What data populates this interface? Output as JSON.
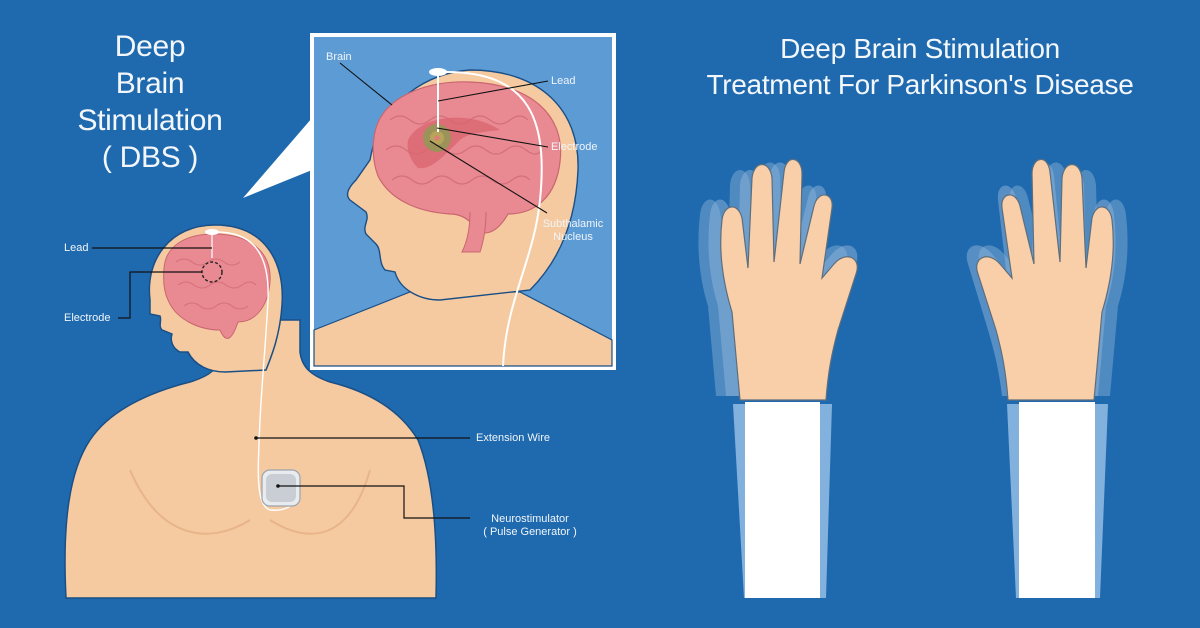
{
  "left_panel": {
    "title_lines": [
      "Deep",
      "Brain",
      "Stimulation",
      "( DBS )"
    ],
    "labels": {
      "lead": "Lead",
      "electrode": "Electrode",
      "extension_wire": "Extension Wire",
      "neurostimulator": "Neurostimulator",
      "pulse_generator": "( Pulse Generator )"
    }
  },
  "inset_panel": {
    "labels": {
      "brain": "Brain",
      "lead": "Lead",
      "electrode": "Electrode",
      "subthalamic_1": "Subthalamic",
      "subthalamic_2": "Nucleus"
    }
  },
  "right_panel": {
    "title_lines": [
      "Deep Brain Stimulation",
      "Treatment For Parkinson's Disease"
    ],
    "illustration": "two-trembling-hands-with-white-sleeves"
  },
  "colors": {
    "background": "#1f6aae",
    "inset_background": "#5d9bd5",
    "skin": "#f6caa0",
    "brain": "#e98a93",
    "text": "#f3f7fb",
    "sleeve": "#ffffff"
  }
}
